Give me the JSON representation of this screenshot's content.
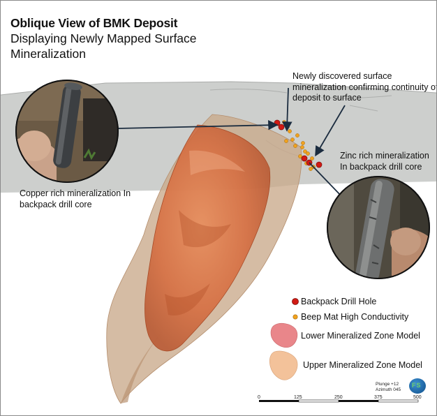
{
  "title": "Oblique View of BMK Deposit",
  "subtitle": "Displaying Newly Mapped Surface Mineralization",
  "annotations": {
    "surface": "Newly discovered surface mineralization confirming continuity of deposit to surface",
    "zinc": "Zinc rich mineralization In backpack drill core",
    "copper": "Copper rich mineralization In backpack drill core"
  },
  "legend": {
    "backpack_drill_hole": "Backpack Drill Hole",
    "beep_mat": "Beep Mat High Conductivity",
    "lower_zone": "Lower Mineralized Zone Model",
    "upper_zone": "Upper Mineralized Zone Model"
  },
  "orientation": {
    "plunge": "Plunge +12",
    "azimuth": "Azimuth 045"
  },
  "scale_bar": {
    "labels": [
      "0",
      "125",
      "250",
      "375",
      "500"
    ]
  },
  "colors": {
    "drill_hole": "#d11a14",
    "beep_mat": "#f0a21e",
    "surface": "#c6c8c6",
    "upper_zone": "#c9a98a",
    "lower_zone": "#d9653a",
    "arrow": "#1b2c3f"
  }
}
